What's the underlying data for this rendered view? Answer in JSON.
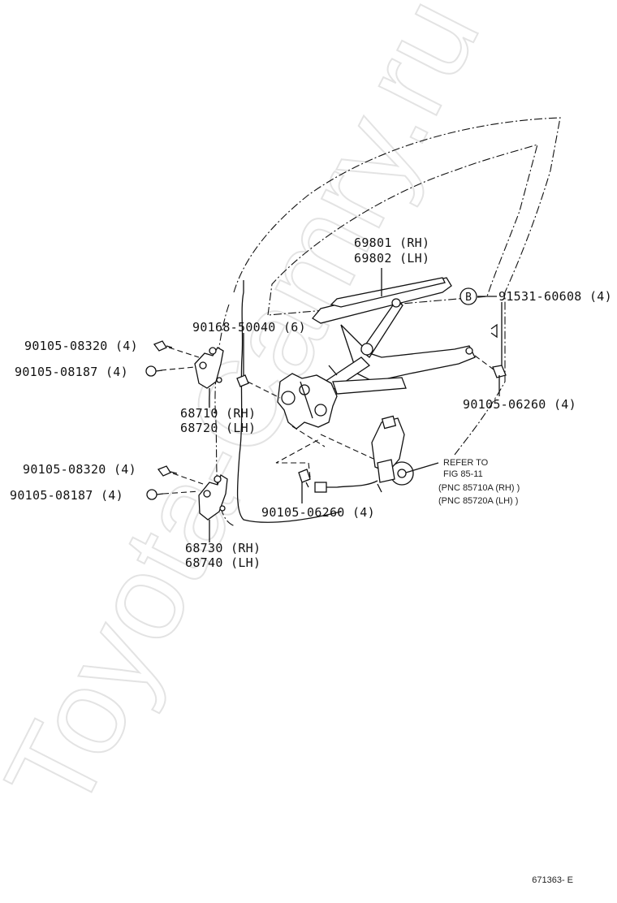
{
  "watermark": "Toyota-Camry.ru",
  "reference_code": "671363- E",
  "labels": {
    "regulator_rh": "69801 (RH)",
    "regulator_lh": "69802 (LH)",
    "marker_b": "B",
    "screw_b": "91531-60608 (4)",
    "clip_top": "90168-50040 (6)",
    "bolt_upper_1": "90105-08320 (4)",
    "bolt_upper_2": "90105-08187 (4)",
    "hinge_upper_rh": "68710 (RH)",
    "hinge_upper_lh": "68720 (LH)",
    "bolt_right": "90105-06260 (4)",
    "refer_to": "REFER TO",
    "fig": "FIG 85-11",
    "pnc_rh": "(PNC  85710A (RH) )",
    "pnc_lh": "(PNC  85720A (LH) )",
    "bolt_lower_1": "90105-08320 (4)",
    "bolt_lower_2": "90105-08187 (4)",
    "bolt_center": "90105-06260 (4)",
    "hinge_lower_rh": "68730 (RH)",
    "hinge_lower_lh": "68740 (LH)"
  }
}
